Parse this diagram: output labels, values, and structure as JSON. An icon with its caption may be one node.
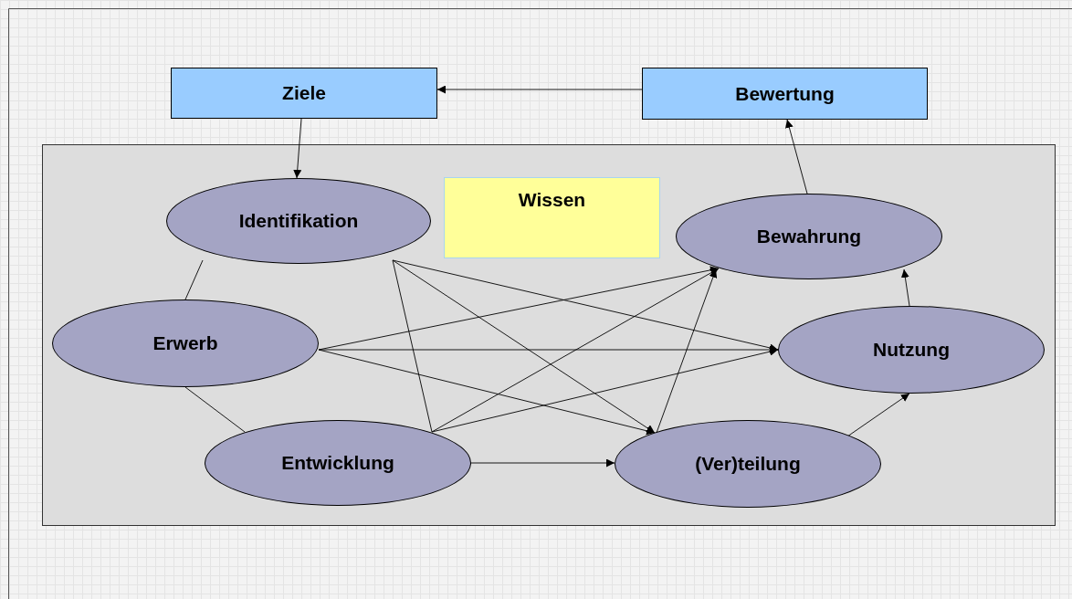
{
  "diagram": {
    "nodes": [
      {
        "text": [
          "Ziele"
        ]
      },
      {
        "text": [
          "Bewertung"
        ]
      },
      {
        "text": [],
        "shape": "box"
      },
      {
        "text": [
          "Wissen"
        ],
        "in": 2
      },
      {
        "text": [
          "Identifikation"
        ],
        "in": 2
      },
      {
        "text": [
          "Bewahrung"
        ],
        "in": 2
      },
      {
        "text": [
          "Erwerb"
        ],
        "in": 2
      },
      {
        "text": [
          "Nutzung"
        ],
        "in": 2
      },
      {
        "text": [
          "Entwicklung"
        ],
        "in": 2
      },
      {
        "text": [
          "(Ver)teilung"
        ],
        "in": 2
      }
    ],
    "edges": [
      {
        "from": 1,
        "to": 0,
        "arrow": "to"
      },
      {
        "from": 0,
        "to": 4,
        "arrow": "to"
      },
      {
        "from": 5,
        "to": 1,
        "arrow": "to"
      },
      {
        "from": 4,
        "to": 6,
        "arrow": "none"
      },
      {
        "from": 6,
        "to": 8,
        "arrow": "none"
      },
      {
        "from": 4,
        "to": 8,
        "arrow": "none"
      },
      {
        "from": 4,
        "to": 7,
        "arrow": "to"
      },
      {
        "from": 4,
        "to": 9,
        "arrow": "to"
      },
      {
        "from": 6,
        "to": 5,
        "arrow": "to"
      },
      {
        "from": 6,
        "to": 7,
        "arrow": "to"
      },
      {
        "from": 6,
        "to": 9,
        "arrow": "to"
      },
      {
        "from": 8,
        "to": 5,
        "arrow": "to"
      },
      {
        "from": 8,
        "to": 7,
        "arrow": "to"
      },
      {
        "from": 8,
        "to": 9,
        "arrow": "to"
      },
      {
        "from": 9,
        "to": 5,
        "arrow": "to"
      },
      {
        "from": 9,
        "to": 7,
        "arrow": "to"
      },
      {
        "from": 7,
        "to": 5,
        "arrow": "to"
      }
    ]
  }
}
